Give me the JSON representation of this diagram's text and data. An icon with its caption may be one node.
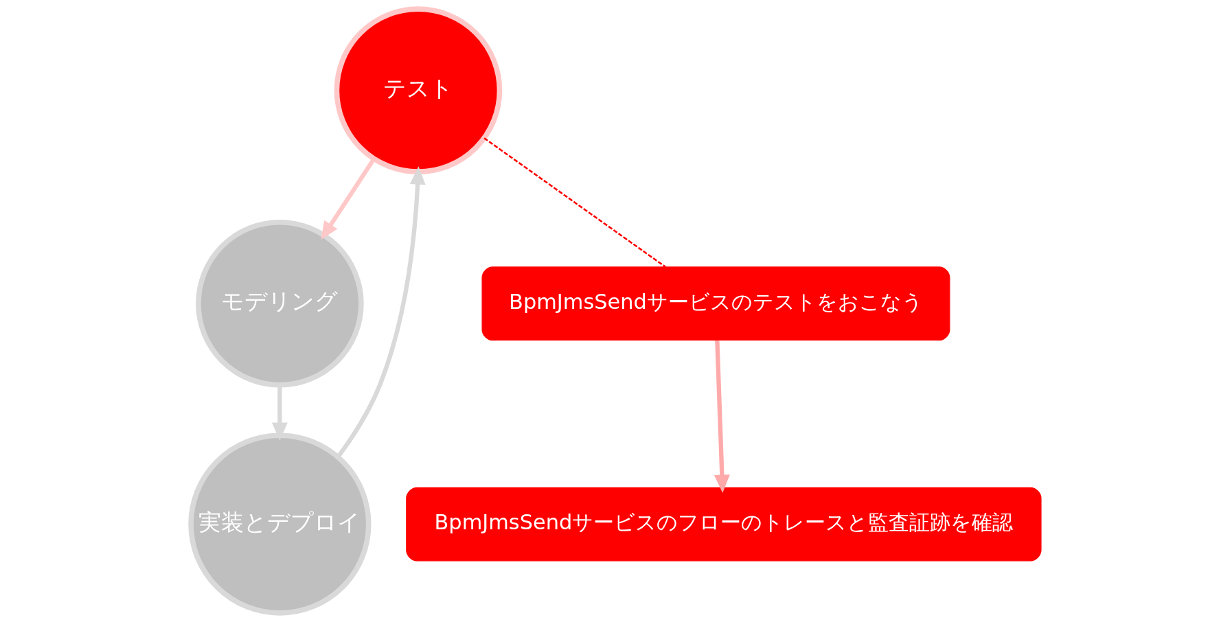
{
  "diagram": {
    "nodes": [
      {
        "text": [
          "テスト"
        ]
      },
      {
        "text": [
          "モデリング"
        ]
      },
      {
        "text": [
          "実装とデプロイ"
        ]
      },
      {
        "text": [
          "BpmJmsSendサービスのテストをおこなう"
        ]
      },
      {
        "text": [
          "BpmJmsSendサービスのフローのトレースと監査証跡を確認"
        ]
      }
    ],
    "edges": [
      {
        "from": 0,
        "to": 1,
        "arrow": "to",
        "color": "#ffc8c8"
      },
      {
        "from": 1,
        "to": 2,
        "arrow": "to"
      },
      {
        "from": 2,
        "to": 0,
        "arrow": "to"
      },
      {
        "from": 0,
        "to": 3,
        "arrow": "none",
        "style": "dashed",
        "color": "#ff0000"
      },
      {
        "from": 3,
        "to": 4,
        "arrow": "to",
        "color": "#ffaaaa"
      }
    ]
  }
}
